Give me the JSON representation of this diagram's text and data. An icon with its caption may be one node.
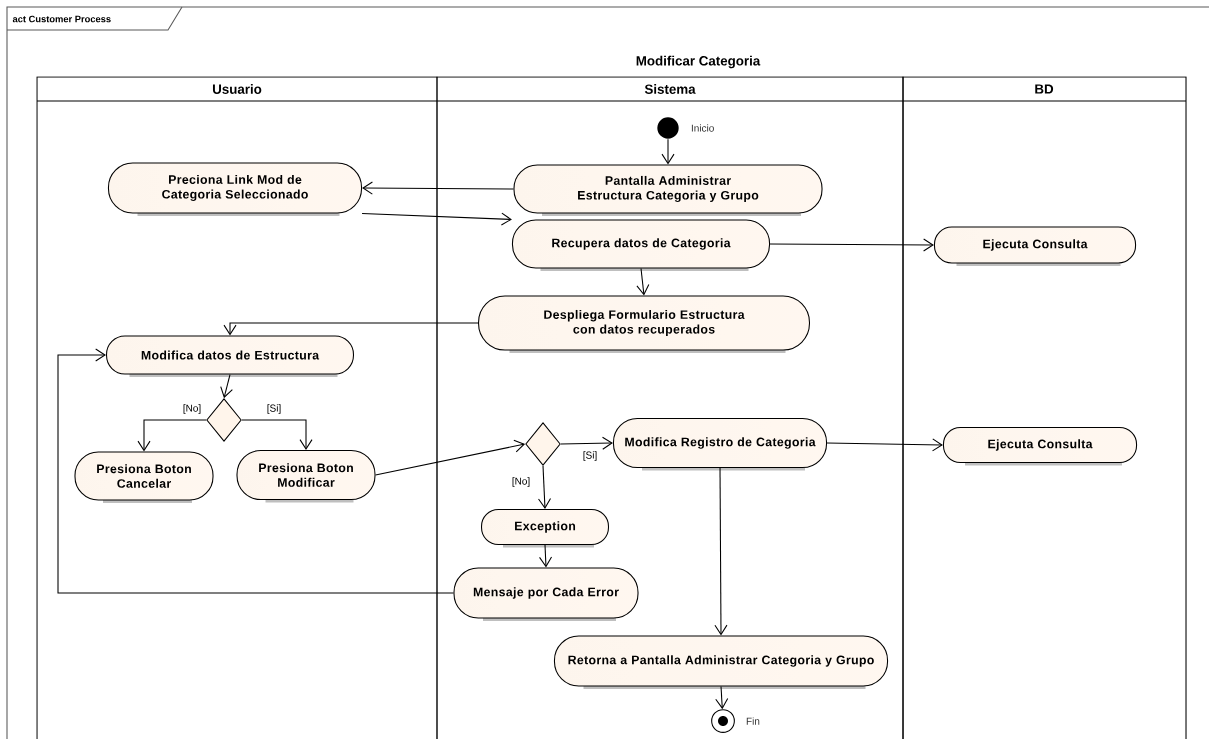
{
  "diagram": {
    "title": "Modificar Categoria",
    "nodes": [
      {
        "text": [
          "act Customer Process"
        ]
      },
      {
        "text": [
          "Usuario"
        ],
        "in": 0
      },
      {
        "text": [
          "Sistema"
        ],
        "in": 0
      },
      {
        "text": [
          "BD"
        ],
        "in": 0
      },
      {
        "text": [],
        "shape": "circle",
        "beside": [
          "Inicio"
        ],
        "in": 2
      },
      {
        "text": [
          "Pantalla Administrar Estructura Categoria y Grupo"
        ],
        "in": 2
      },
      {
        "text": [
          "Preciona Link Mod de Categoria Seleccionado"
        ],
        "in": 1
      },
      {
        "text": [
          "Recupera datos de Categoria"
        ],
        "in": 2
      },
      {
        "text": [
          "Ejecuta Consulta"
        ],
        "in": 3
      },
      {
        "text": [
          "Despliega Formulario Estructura con datos recuperados"
        ],
        "in": 2
      },
      {
        "text": [
          "Modifica datos de Estructura"
        ],
        "in": 1
      },
      {
        "text": [],
        "shape": "diamond",
        "in": 1
      },
      {
        "text": [
          "Presiona Boton Cancelar"
        ],
        "in": 1
      },
      {
        "text": [
          "Presiona Boton Modificar"
        ],
        "in": 1
      },
      {
        "text": [],
        "shape": "diamond",
        "in": 2
      },
      {
        "text": [
          "Modifica Registro de Categoria"
        ],
        "in": 2
      },
      {
        "text": [
          "Ejecuta Consulta"
        ],
        "in": 3
      },
      {
        "text": [
          "Exception"
        ],
        "in": 2
      },
      {
        "text": [
          "Mensaje por Cada Error"
        ],
        "in": 2
      },
      {
        "text": [
          "Retorna a Pantalla Administrar Categoria y Grupo"
        ],
        "in": 2
      },
      {
        "text": [],
        "shape": "circle",
        "beside": [
          "Fin"
        ],
        "in": 2
      }
    ],
    "edges": [
      {
        "from": 4,
        "to": 5,
        "arrow": "to"
      },
      {
        "from": 5,
        "to": 6,
        "arrow": "to"
      },
      {
        "from": 6,
        "to": 7,
        "arrow": "to"
      },
      {
        "from": 7,
        "to": 8,
        "arrow": "to"
      },
      {
        "from": 7,
        "to": 9,
        "arrow": "to"
      },
      {
        "from": 9,
        "to": 10,
        "arrow": "to"
      },
      {
        "from": 10,
        "to": 11,
        "arrow": "to"
      },
      {
        "from": 11,
        "to": 12,
        "arrow": "to",
        "label": "[No]"
      },
      {
        "from": 11,
        "to": 13,
        "arrow": "to",
        "label": "[Si]"
      },
      {
        "from": 13,
        "to": 14,
        "arrow": "to"
      },
      {
        "from": 14,
        "to": 15,
        "arrow": "to",
        "label": "[Si]"
      },
      {
        "from": 14,
        "to": 17,
        "arrow": "to",
        "label": "[No]"
      },
      {
        "from": 15,
        "to": 16,
        "arrow": "to"
      },
      {
        "from": 15,
        "to": 19,
        "arrow": "to"
      },
      {
        "from": 17,
        "to": 18,
        "arrow": "to"
      },
      {
        "from": 18,
        "to": 10,
        "arrow": "to"
      },
      {
        "from": 19,
        "to": 20,
        "arrow": "to"
      }
    ]
  }
}
